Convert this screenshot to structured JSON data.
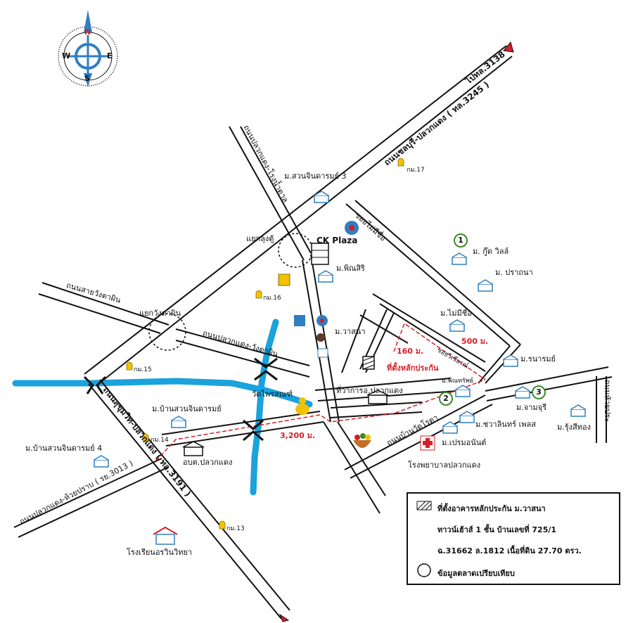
{
  "compass": {
    "n": "N",
    "s": "S",
    "e": "E",
    "w": "W"
  },
  "roads": {
    "chonburi_plaeng": "ถนนชลบุรี-ปลวกแดง ( ทล.3245 )",
    "road_3138": "ไปทล.3138",
    "plaeng_rong_nam_tan": "ถนนปลวกแดง-โรงน้ำตาล",
    "sai_wang_ta_phin": "ถนนสายวังตาผิน",
    "plaeng_wang_ta_phin": "ถนนปลวกแดง-วังตาผิน",
    "soi_mai_pi_chue": "ซอยไม่มีชื่อ",
    "sukhumvit_plaeng": "ถนนสุขุมวิท-ปลวกแดง ( ทล.3191 )",
    "plaeng_huai_prab": "ถนนปลวกแดง-ห้วยปราบ ( รย.3013 )",
    "ban_wat_rot": "ถนนบ้านวัดโรตา",
    "soi_pa_chang_ot": "ซอยวิเชียรณ์",
    "right_vertical": "ถนนห้วยประ"
  },
  "places": {
    "yak_lung_tu": "แยกลุงตู้",
    "yak_wang_ta_phin": "แยกวังตาผิน",
    "ck_plaza": "CK Plaza",
    "suan_indara_3": "ม.สวนจินดารมย์ 3",
    "phinsiri": "ม.พิณสิริ",
    "wasana": "ม.วาสนา",
    "good_villa": "ม. กู๊ด วิลล์",
    "prathana": "ม. ปราถนา",
    "mai_pi_chue": "ม.ไม่มีชื่อ",
    "ranarom": "ม.รนารมย์",
    "phinmuk": "ม.พิณทรัพย์",
    "jamjuree": "ม.จามจุรี",
    "chawalin": "ม.ชวาลินทร์ เพลส",
    "rung_si_thong": "ม.รุ้งสีทอง",
    "premanan": "ม.เปรมอนันต์",
    "hospital": "โรงพยาบาลปลวกแดง",
    "district_office": "ที่ว่าการอ.ปลวกแดง",
    "wat_phrasanot": "วัดไพรสณฑ์",
    "ban_suan_indara": "ม.บ้านสวนจินดารมย์",
    "ban_suan_indara_4": "ม.บ้านสวนจินดารมย์ 4",
    "obt": "อบต.ปลวกแดง",
    "school": "โรงเรียนอรวินวิทยา",
    "km17": "กม.17",
    "km16": "กม.16",
    "km15": "กม.15",
    "km14": "กม.14",
    "km13": "กม.13"
  },
  "distances": {
    "d160": "160 ม.",
    "d500": "500 ม.",
    "d3200": "3,200 ม.",
    "site": "ที่ตั้งหลักประกัน"
  },
  "market_numbers": [
    "1",
    "2",
    "3"
  ],
  "legend": {
    "line1": "ที่ตั้งอาคารหลักประกัน ม.วาสนา",
    "line2": "ทาวน์เฮ้าส์ 1 ชั้น บ้านเลขที่ 725/1",
    "line3": "ฉ.31662 ล.1812 เนื้อที่ดิน 27.70 ตรว.",
    "line4": "ข้อมูลตลาดเปรียบเทียบ"
  },
  "colors": {
    "road": "#111111",
    "river": "#1aa3dc",
    "distance": "#d61f26",
    "house": "#2f7fc1",
    "marker": "#f2c200",
    "circle_green": "#3a8a2a"
  }
}
